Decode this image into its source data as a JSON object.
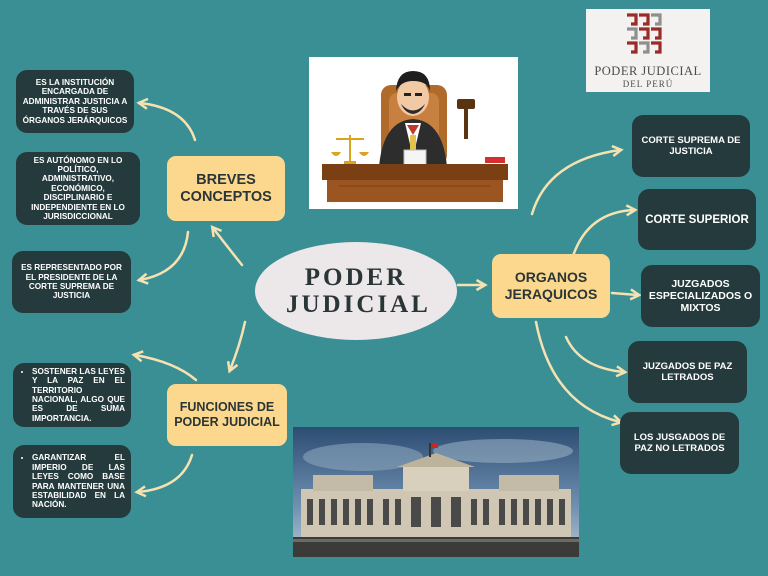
{
  "center": {
    "title": "PODER JUDICIAL"
  },
  "breves": {
    "label": "BREVES CONCEPTOS",
    "items": [
      "ES LA INSTITUCIÓN ENCARGADA DE ADMINISTRAR JUSTICIA A TRAVÉS DE SUS ÓRGANOS JERÁRQUICOS",
      "ES AUTÓNOMO EN LO POLÍTICO, ADMINISTRATIVO, ECONÓMICO, DISCIPLINARIO E INDEPENDIENTE EN LO JURISDICCIONAL",
      "ES REPRESENTADO POR EL PRESIDENTE DE LA CORTE SUPREMA DE JUSTICIA"
    ]
  },
  "funciones": {
    "label": "FUNCIONES DE PODER JUDICIAL",
    "items": [
      "SOSTENER LAS LEYES Y LA PAZ EN EL TERRITORIO NACIONAL, ALGO QUE ES DE SUMA IMPORTANCIA.",
      "GARANTIZAR EL IMPERIO DE LAS LEYES COMO BASE PARA MANTENER UNA ESTABILIDAD EN LA NACIÓN."
    ]
  },
  "organos": {
    "label": "ORGANOS JERAQUICOS",
    "items": [
      "CORTE SUPREMA DE JUSTICIA",
      "CORTE SUPERIOR",
      "JUZGADOS ESPECIALIZADOS O MIXTOS",
      "JUZGADOS DE PAZ LETRADOS",
      "LOS JUSGADOS DE PAZ NO LETRADOS"
    ]
  },
  "logo": {
    "line1": "PODER JUDICIAL",
    "line2": "DEL PERÚ"
  },
  "colors": {
    "background": "#3a8f94",
    "dark_node": "#253a3c",
    "yellow_node": "#fbd88d",
    "center_node": "#ece7e8",
    "arrow": "#f6e1b0"
  }
}
